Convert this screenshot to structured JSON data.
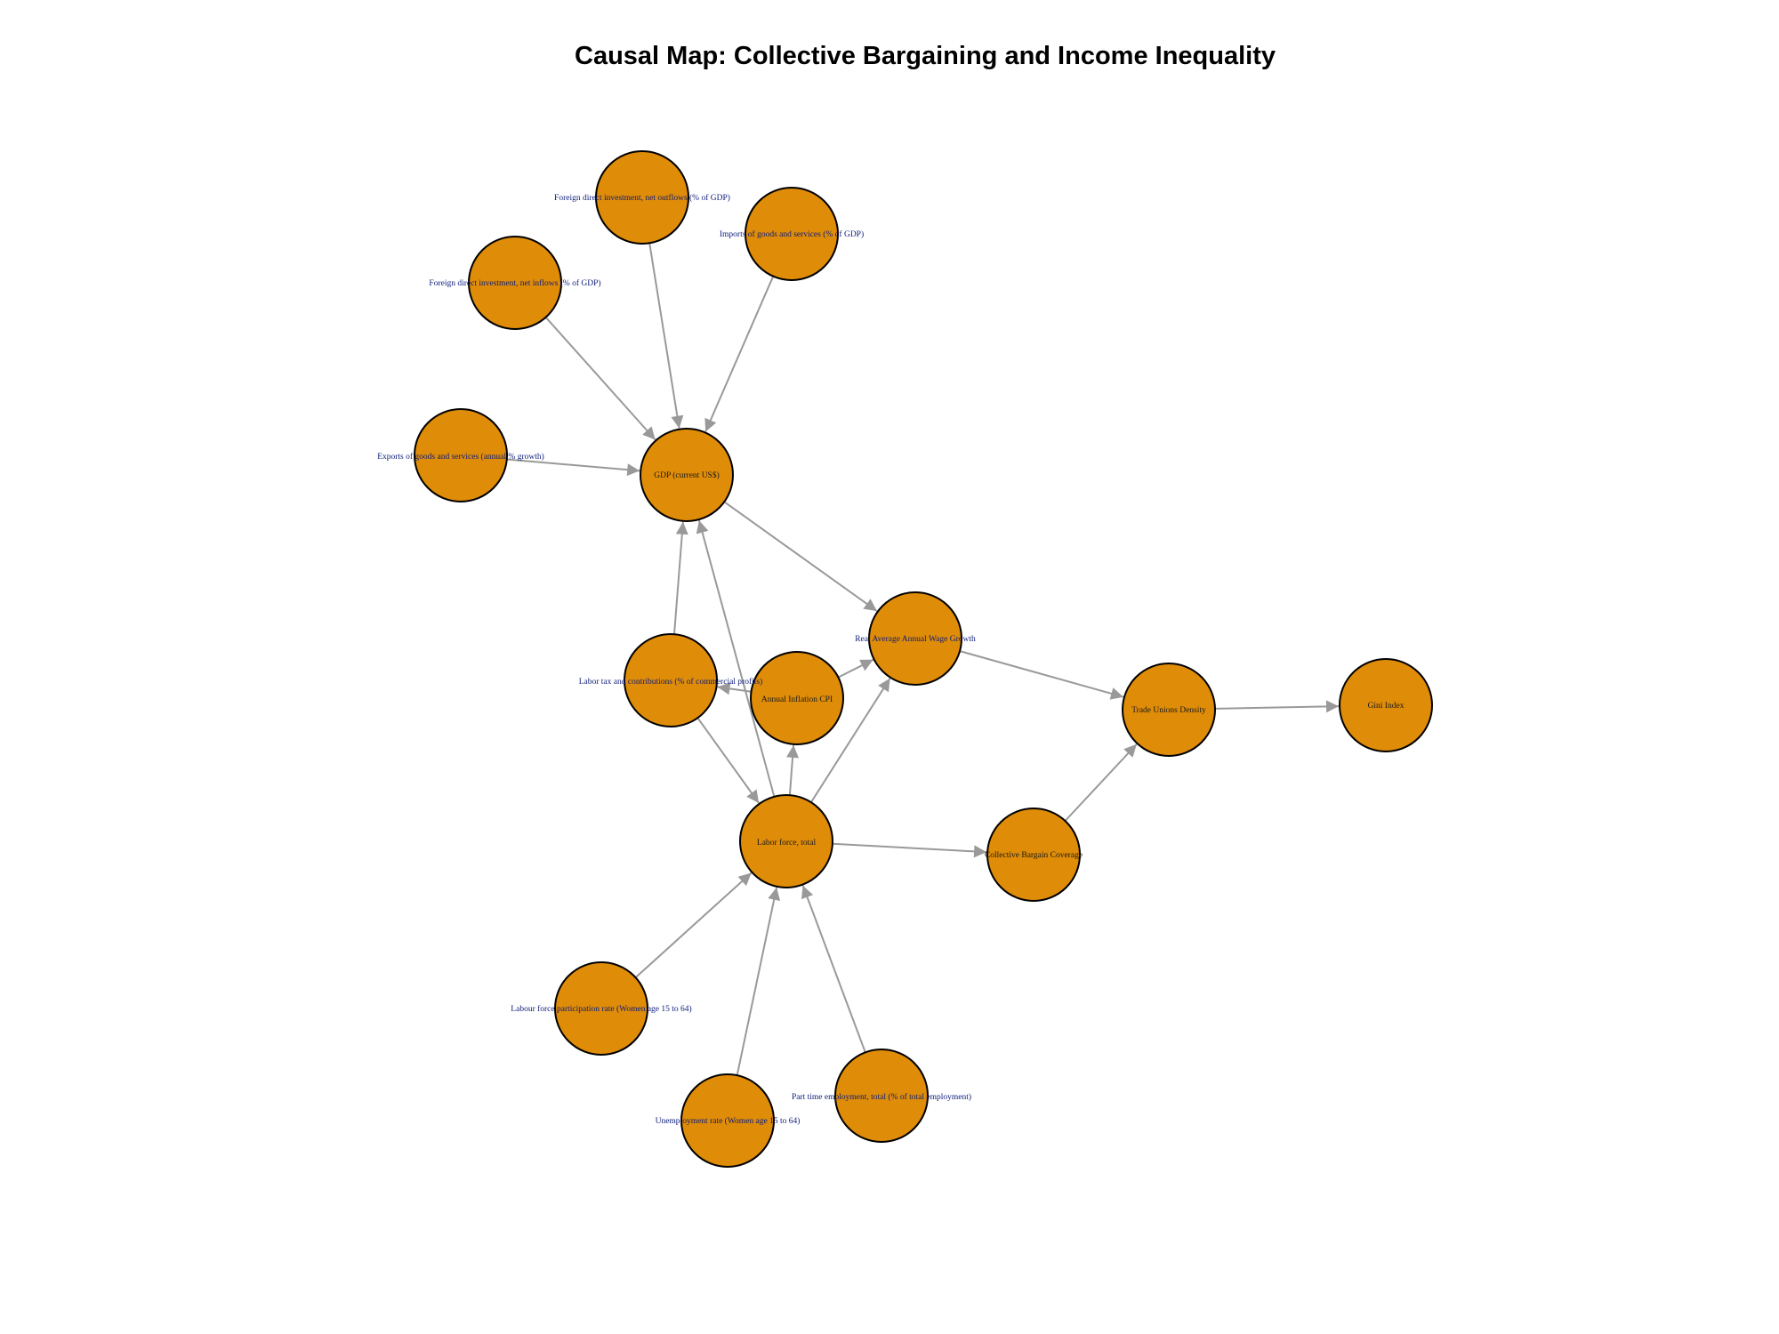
{
  "title": "Causal Map: Collective Bargaining and Income Inequality",
  "colors": {
    "node_fill": "#df8c08",
    "node_stroke": "#000000",
    "edge": "#999999",
    "title": "#000000",
    "label_dark": "#1a1a1a",
    "label_blue": "#0d1c7a"
  },
  "nodes": [
    {
      "id": "fdi_out",
      "label": "Foreign direct investment, net outflows (% of GDP)"
    },
    {
      "id": "imports",
      "label": "Imports of goods and services (% of GDP)"
    },
    {
      "id": "fdi_in",
      "label": "Foreign direct investment, net inflows (% of GDP)"
    },
    {
      "id": "exports",
      "label": "Exports of goods and services (annual % growth)"
    },
    {
      "id": "gdp",
      "label": "GDP (current US$)"
    },
    {
      "id": "wage",
      "label": "Real Average Annual Wage Growth"
    },
    {
      "id": "labortax",
      "label": "Labor tax and contributions (% of commercial profits)"
    },
    {
      "id": "inflation",
      "label": "Annual Inflation CPI"
    },
    {
      "id": "tud",
      "label": "Trade Unions Density"
    },
    {
      "id": "gini",
      "label": "Gini Index"
    },
    {
      "id": "laborforce",
      "label": "Labor force, total"
    },
    {
      "id": "cbc",
      "label": "Collective Bargain Coverage"
    },
    {
      "id": "lfpr",
      "label": "Labour force participation rate (Women age 15 to 64)"
    },
    {
      "id": "parttime",
      "label": "Part time employment, total (% of total employment)"
    },
    {
      "id": "unemp",
      "label": "Unemployment rate (Women age 15 to 64)"
    }
  ],
  "edges": [
    {
      "from": "fdi_in",
      "to": "gdp"
    },
    {
      "from": "fdi_out",
      "to": "gdp"
    },
    {
      "from": "imports",
      "to": "gdp"
    },
    {
      "from": "exports",
      "to": "gdp"
    },
    {
      "from": "gdp",
      "to": "wage"
    },
    {
      "from": "labortax",
      "to": "gdp"
    },
    {
      "from": "laborforce",
      "to": "gdp"
    },
    {
      "from": "inflation",
      "to": "wage"
    },
    {
      "from": "inflation",
      "to": "labortax"
    },
    {
      "from": "labortax",
      "to": "laborforce"
    },
    {
      "from": "laborforce",
      "to": "inflation"
    },
    {
      "from": "laborforce",
      "to": "wage"
    },
    {
      "from": "wage",
      "to": "tud"
    },
    {
      "from": "tud",
      "to": "gini"
    },
    {
      "from": "laborforce",
      "to": "cbc"
    },
    {
      "from": "cbc",
      "to": "tud"
    },
    {
      "from": "lfpr",
      "to": "laborforce"
    },
    {
      "from": "unemp",
      "to": "laborforce"
    },
    {
      "from": "parttime",
      "to": "laborforce"
    }
  ]
}
